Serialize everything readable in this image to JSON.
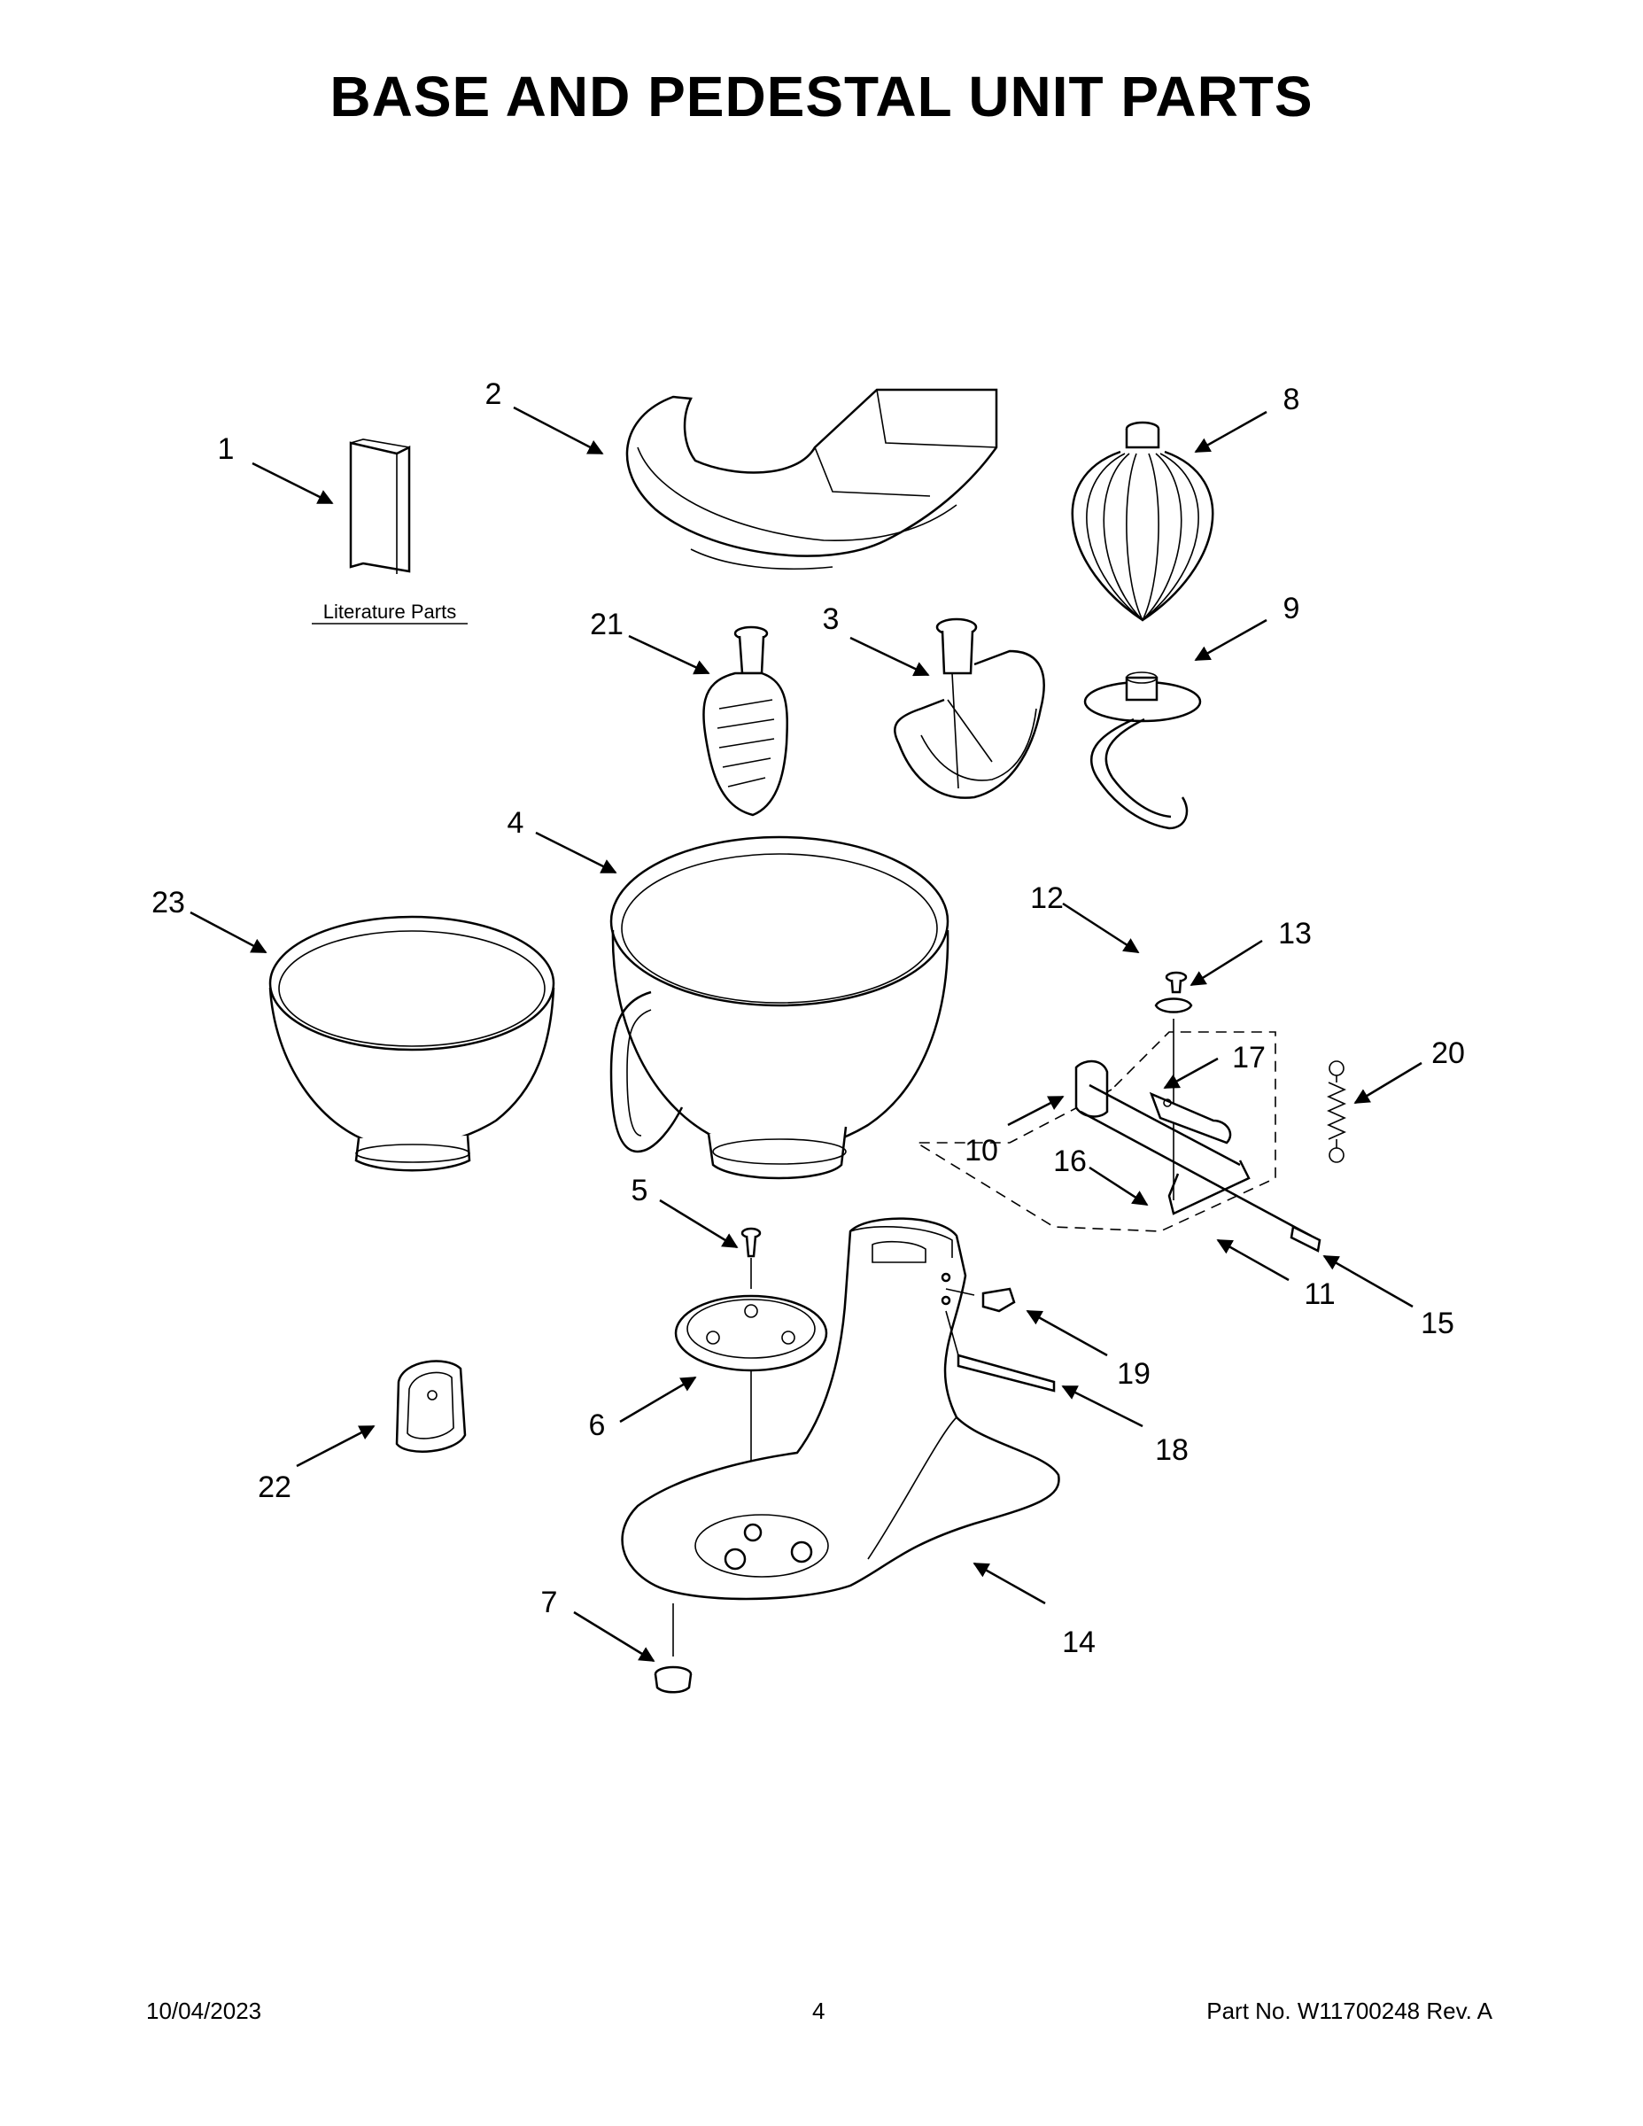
{
  "page": {
    "title": "BASE AND PEDESTAL UNIT PARTS",
    "literature_label": "Literature Parts",
    "footer": {
      "date": "10/04/2023",
      "page_number": "4",
      "part_number": "Part No.  W11700248  Rev.  A"
    }
  },
  "callouts": [
    "1",
    "2",
    "3",
    "4",
    "5",
    "6",
    "7",
    "8",
    "9",
    "10",
    "11",
    "12",
    "13",
    "14",
    "15",
    "16",
    "17",
    "18",
    "19",
    "20",
    "21",
    "22",
    "23"
  ]
}
